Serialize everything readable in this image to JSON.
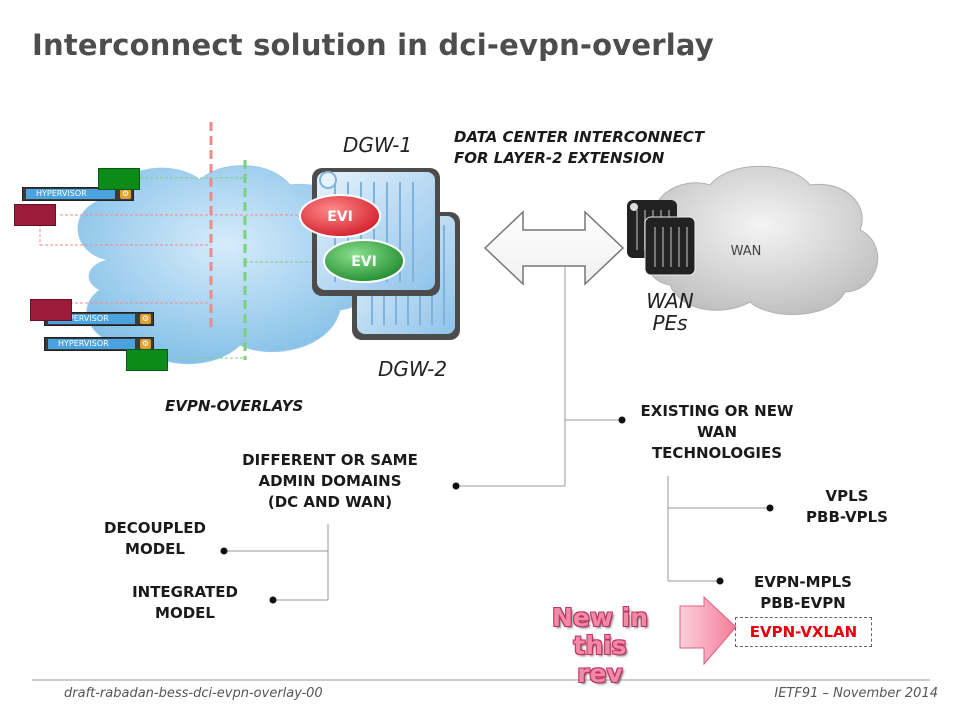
{
  "title": "Interconnect solution in dci-evpn-overlay",
  "labels": {
    "dgw1": "DGW-1",
    "dgw2": "DGW-2",
    "dci_line1": "DATA CENTER INTERCONNECT",
    "dci_line2": "FOR LAYER-2 EXTENSION",
    "evi_1": "EVI",
    "evi_2": "EVI",
    "wan_cloud": "WAN",
    "wan_pes_line1": "WAN",
    "wan_pes_line2": "PEs",
    "evpn_overlays": "EVPN-OVERLAYS",
    "hypervisor_1": "HYPERVISOR",
    "hypervisor_2": "HYPERVISOR",
    "hypervisor_3": "HYPERVISOR"
  },
  "tree": {
    "admin_domains": [
      "DIFFERENT OR SAME",
      "ADMIN DOMAINS",
      "(DC AND WAN)"
    ],
    "decoupled": [
      "DECOUPLED",
      "MODEL"
    ],
    "integrated": [
      "INTEGRATED",
      "MODEL"
    ],
    "wan_tech": [
      "EXISTING OR NEW",
      "WAN",
      "TECHNOLOGIES"
    ],
    "vpls": [
      "VPLS",
      "PBB-VPLS"
    ],
    "evpn_mpls": [
      "EVPN-MPLS",
      "PBB-EVPN"
    ],
    "evpn_vxlan": "EVPN-VXLAN",
    "new_badge": [
      "New in",
      "this rev"
    ]
  },
  "footer": {
    "left": "draft-rabadan-bess-dci-evpn-overlay-00",
    "right": "IETF91 – November 2014"
  },
  "colors": {
    "evi_red": "#e8323c",
    "evi_green": "#2f9e3a",
    "vm_green": "#0c8a1a",
    "vm_red": "#9b1b3b",
    "dashed_red": "#f08a8a",
    "dashed_green": "#7ccf7c",
    "vxlan_text": "#e8000a",
    "badge_pink": "#f08aa8"
  }
}
